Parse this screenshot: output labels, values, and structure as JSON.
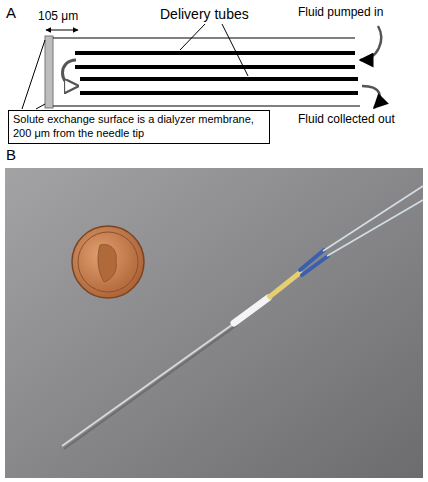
{
  "diagram": {
    "nodes": [
      {
        "text": [
          "Solute exchange surface is a dialyzer membrane, 200 μm from the needle tip"
        ]
      }
    ],
    "labels": [
      "A",
      "105 μm",
      "Delivery tubes",
      "Fluid pumped in",
      "Fluid collected out",
      "B"
    ]
  }
}
